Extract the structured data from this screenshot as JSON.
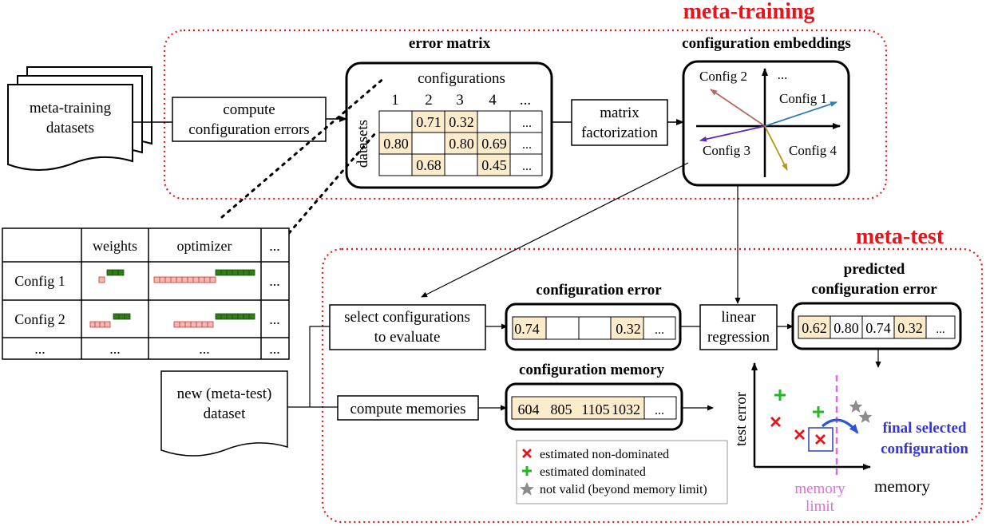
{
  "sections": {
    "meta_training": "meta-training",
    "meta_test": "meta-test"
  },
  "colors": {
    "section_red": "#e8141b",
    "cell_fill": "#fdeccb",
    "weight_pink": "#f7b6b6",
    "weight_green": "#2e7d1a",
    "final_blue": "#3636e0",
    "memory_line": "#e46ae3"
  },
  "meta_training_datasets": {
    "line1": "meta-training",
    "line2": "datasets"
  },
  "compute_errors": {
    "line1": "compute",
    "line2": "configuration errors"
  },
  "error_matrix": {
    "title": "error matrix",
    "column_header": "configurations",
    "row_header": "datasets",
    "columns": [
      "1",
      "2",
      "3",
      "4",
      "..."
    ],
    "rows": [
      [
        "",
        "0.71",
        "0.32",
        "",
        "..."
      ],
      [
        "0.80",
        "",
        "0.80",
        "0.69",
        "..."
      ],
      [
        "",
        "0.68",
        "",
        "0.45",
        "..."
      ]
    ]
  },
  "matrix_factorization": {
    "line1": "matrix",
    "line2": "factorization"
  },
  "embeddings": {
    "title": "configuration embeddings",
    "labels": [
      "Config 2",
      "...",
      "Config 1",
      "Config 3",
      "Config 4"
    ],
    "icons": [
      "config-2-arrow",
      "config-1-arrow",
      "config-3-arrow",
      "config-4-arrow"
    ]
  },
  "config_table": {
    "headers": [
      "",
      "weights",
      "optimizer",
      "..."
    ],
    "rows": [
      [
        "Config 1",
        "",
        "",
        "..."
      ],
      [
        "Config 2",
        "",
        "",
        "..."
      ],
      [
        "...",
        "...",
        "...",
        "..."
      ]
    ]
  },
  "select_configs": {
    "line1": "select configurations",
    "line2": "to evaluate"
  },
  "config_error": {
    "title": "configuration error",
    "values": [
      "0.74",
      "",
      "",
      "0.32",
      "..."
    ]
  },
  "linear_regression": {
    "line1": "linear",
    "line2": "regression"
  },
  "predicted_error": {
    "title_line1": "predicted",
    "title_line2": "configuration error",
    "values": [
      "0.62",
      "0.80",
      "0.74",
      "0.32",
      "..."
    ]
  },
  "new_dataset": {
    "line1": "new (meta-test)",
    "line2": "dataset"
  },
  "compute_memories": "compute memories",
  "config_memory": {
    "title": "configuration memory",
    "values": [
      "604",
      "805",
      "1105",
      "1032",
      "..."
    ]
  },
  "legend": {
    "items": [
      {
        "icon": "red-x-icon",
        "label": "estimated non-dominated"
      },
      {
        "icon": "green-plus-icon",
        "label": "estimated dominated"
      },
      {
        "icon": "gray-star-icon",
        "label": "not valid (beyond memory limit)"
      }
    ]
  },
  "pareto_plot": {
    "ylabel": "test error",
    "xlabel": "memory",
    "limit_line1": "memory",
    "limit_line2": "limit",
    "final_line1": "final selected",
    "final_line2": "configuration"
  }
}
